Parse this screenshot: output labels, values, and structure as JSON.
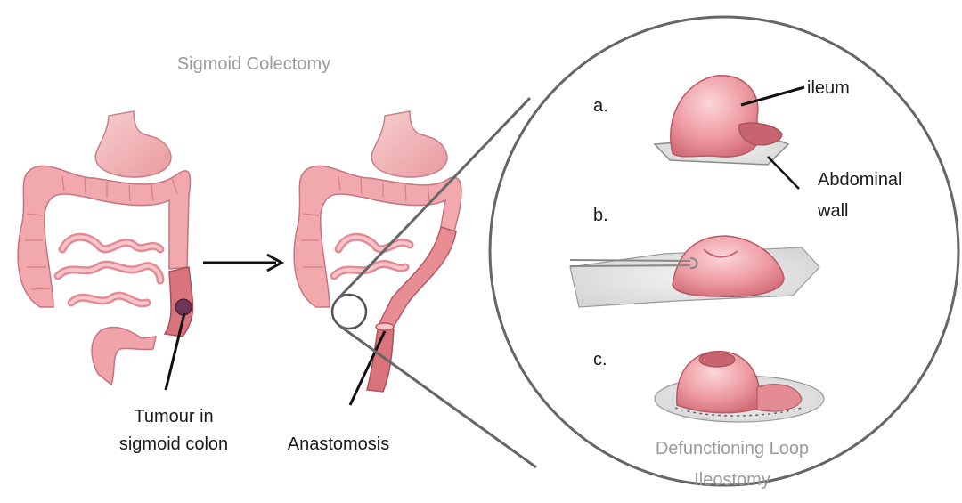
{
  "diagram": {
    "title": "Sigmoid Colectomy",
    "labels": {
      "tumour_line1": "Tumour in",
      "tumour_line2": "sigmoid colon",
      "anastomosis": "Anastomosis",
      "ileum": "ileum",
      "abdominal_line1": "Abdominal",
      "abdominal_line2": "wall",
      "stoma_line1": "Defunctioning Loop",
      "stoma_line2": "Ileostomy"
    },
    "steps": [
      "a.",
      "b.",
      "c."
    ],
    "colors": {
      "tissue": "#f0a4a8",
      "tissue_dark": "#d9737c",
      "tissue_light": "#f8d0d2",
      "stomach": "#f3b9b9",
      "tumour": "#7a3a5a",
      "skin": "#e6e6e6",
      "outline": "#6b6b6b",
      "line": "#111111"
    }
  }
}
